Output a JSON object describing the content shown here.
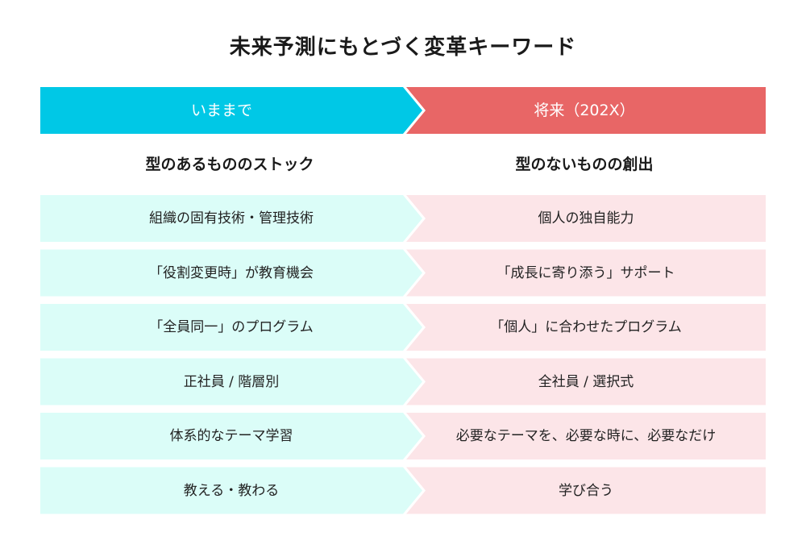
{
  "title": "未来予測にもとづく変革キーワード",
  "colors": {
    "left_header": "#00c8e6",
    "right_header": "#e86666",
    "left_row": "#dbfdf8",
    "right_row": "#fce5e8"
  },
  "headers": {
    "left": "いままで",
    "right": "将来（202X）"
  },
  "subheaders": {
    "left": "型のあるもののストック",
    "right": "型のないものの創出"
  },
  "rows": [
    {
      "left": "組織の固有技術・管理技術",
      "right": "個人の独自能力"
    },
    {
      "left": "「役割変更時」が教育機会",
      "right": "「成長に寄り添う」サポート"
    },
    {
      "left": "「全員同一」のプログラム",
      "right": "「個人」に合わせたプログラム"
    },
    {
      "left": "正社員 / 階層別",
      "right": "全社員 / 選択式"
    },
    {
      "left": "体系的なテーマ学習",
      "right": "必要なテーマを、必要な時に、必要なだけ"
    },
    {
      "left": "教える・教わる",
      "right": "学び合う"
    }
  ]
}
